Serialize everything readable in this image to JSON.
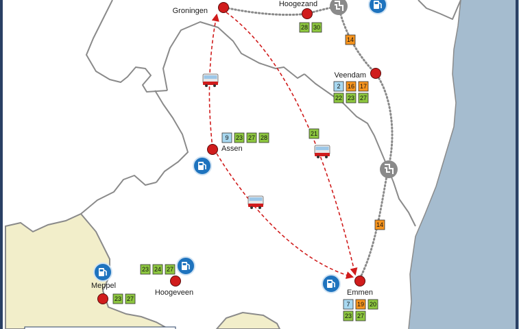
{
  "colors": {
    "sea": "#a5bccf",
    "land_other": "#f2eeca",
    "border": "#8a8a8a",
    "frame": "#2a4064",
    "city": "#d01c1c",
    "route": "#d01c1c",
    "rail": "#8a8a8a",
    "badge_green": "#8dc63f",
    "badge_orange": "#f7941d",
    "badge_blue": "#a8d8f0",
    "fuel_icon": "#1e73be",
    "station_icon": "#8a8a8a"
  },
  "cities": [
    {
      "id": "groningen",
      "name": "Groningen"
    },
    {
      "id": "hoogezand",
      "name": "Hoogezand"
    },
    {
      "id": "veendam",
      "name": "Veendam"
    },
    {
      "id": "assen",
      "name": "Assen"
    },
    {
      "id": "emmen",
      "name": "Emmen"
    },
    {
      "id": "meppel",
      "name": "Meppel"
    },
    {
      "id": "hoogeveen",
      "name": "Hoogeveen"
    }
  ],
  "badge_groups": [
    {
      "id": "hoogezand",
      "badges": [
        {
          "n": "28",
          "c": "green"
        },
        {
          "n": "30",
          "c": "green"
        }
      ]
    },
    {
      "id": "rail-upper",
      "badges": [
        {
          "n": "14",
          "c": "orange"
        }
      ]
    },
    {
      "id": "veendam-1",
      "badges": [
        {
          "n": "2",
          "c": "blue"
        },
        {
          "n": "16",
          "c": "orange"
        },
        {
          "n": "17",
          "c": "orange"
        }
      ]
    },
    {
      "id": "veendam-2",
      "badges": [
        {
          "n": "22",
          "c": "green"
        },
        {
          "n": "23",
          "c": "green"
        },
        {
          "n": "27",
          "c": "green"
        }
      ]
    },
    {
      "id": "assen",
      "badges": [
        {
          "n": "9",
          "c": "blue"
        },
        {
          "n": "23",
          "c": "green"
        },
        {
          "n": "27",
          "c": "green"
        },
        {
          "n": "28",
          "c": "green"
        }
      ]
    },
    {
      "id": "route-mid",
      "badges": [
        {
          "n": "21",
          "c": "green"
        }
      ]
    },
    {
      "id": "rail-lower",
      "badges": [
        {
          "n": "14",
          "c": "orange"
        }
      ]
    },
    {
      "id": "hoogeveen",
      "badges": [
        {
          "n": "23",
          "c": "green"
        },
        {
          "n": "24",
          "c": "green"
        },
        {
          "n": "27",
          "c": "green"
        }
      ]
    },
    {
      "id": "meppel",
      "badges": [
        {
          "n": "23",
          "c": "green"
        },
        {
          "n": "27",
          "c": "green"
        }
      ]
    },
    {
      "id": "emmen-1",
      "badges": [
        {
          "n": "7",
          "c": "blue"
        },
        {
          "n": "19",
          "c": "orange"
        },
        {
          "n": "20",
          "c": "green"
        }
      ]
    },
    {
      "id": "emmen-2",
      "badges": [
        {
          "n": "23",
          "c": "green"
        },
        {
          "n": "27",
          "c": "green"
        }
      ]
    }
  ]
}
